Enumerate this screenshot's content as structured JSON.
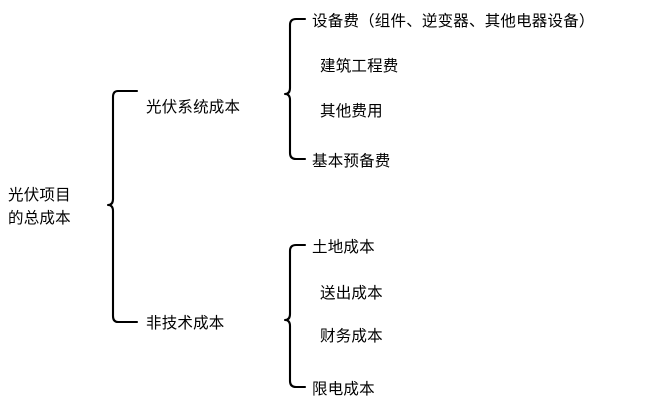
{
  "diagram": {
    "type": "bracket-tree",
    "orientation": "left-to-right",
    "root": {
      "label": "光伏项目的总成本",
      "label_line_1": "光伏项目",
      "label_line_2": "的总成本"
    },
    "branches": [
      {
        "label": "光伏系统成本",
        "children": [
          {
            "label": "设备费（组件、逆变器、其他电器设备）"
          },
          {
            "label": "建筑工程费"
          },
          {
            "label": "其他费用"
          },
          {
            "label": "基本预备费"
          }
        ]
      },
      {
        "label": "非技术成本",
        "children": [
          {
            "label": "土地成本"
          },
          {
            "label": "送出成本"
          },
          {
            "label": "财务成本"
          },
          {
            "label": "限电成本"
          }
        ]
      }
    ],
    "style": {
      "background_color": "#ffffff",
      "line_color": "#000000",
      "text_color": "#000000"
    }
  }
}
